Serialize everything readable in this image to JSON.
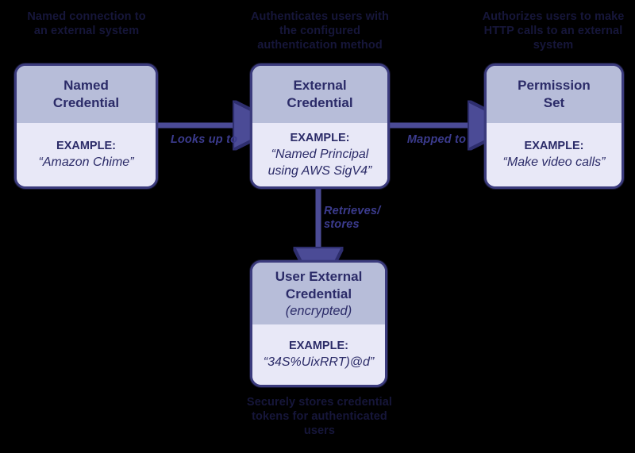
{
  "diagram": {
    "title": "Named Credential to External Credential to Permission Set flow",
    "background_color": "#000000",
    "box_border_color": "#3b3b7d",
    "box_header_color": "#b7bdd9",
    "box_body_color": "#e8e8f7",
    "text_color": "#2b2b68",
    "caption_color": "#16163a",
    "arrow_color": "#4b4b96"
  },
  "nodes": {
    "named_credential": {
      "title_line1": "Named",
      "title_line2": "Credential",
      "example_label": "EXAMPLE:",
      "example_value": "“Amazon Chime”",
      "caption": "Named connection to an external system"
    },
    "external_credential": {
      "title_line1": "External",
      "title_line2": "Credential",
      "example_label": "EXAMPLE:",
      "example_value_line1": "“Named Principal",
      "example_value_line2": "using AWS SigV4”",
      "caption": "Authenticates users with the configured authentication method"
    },
    "permission_set": {
      "title_line1": "Permission",
      "title_line2": "Set",
      "example_label": "EXAMPLE:",
      "example_value": "“Make video calls”",
      "caption": "Authorizes users to make HTTP calls to an external system"
    },
    "user_external_credential": {
      "title_line1": "User External",
      "title_line2": "Credential",
      "title_sub": "(encrypted)",
      "example_label": "EXAMPLE:",
      "example_value": "“34S%UixRRT)@d”",
      "caption": "Securely stores credential tokens for authenticated users"
    }
  },
  "connectors": {
    "looks_up_to": "Looks up to",
    "mapped_to": "Mapped to",
    "retrieves_stores_line1": "Retrieves/",
    "retrieves_stores_line2": "stores"
  }
}
